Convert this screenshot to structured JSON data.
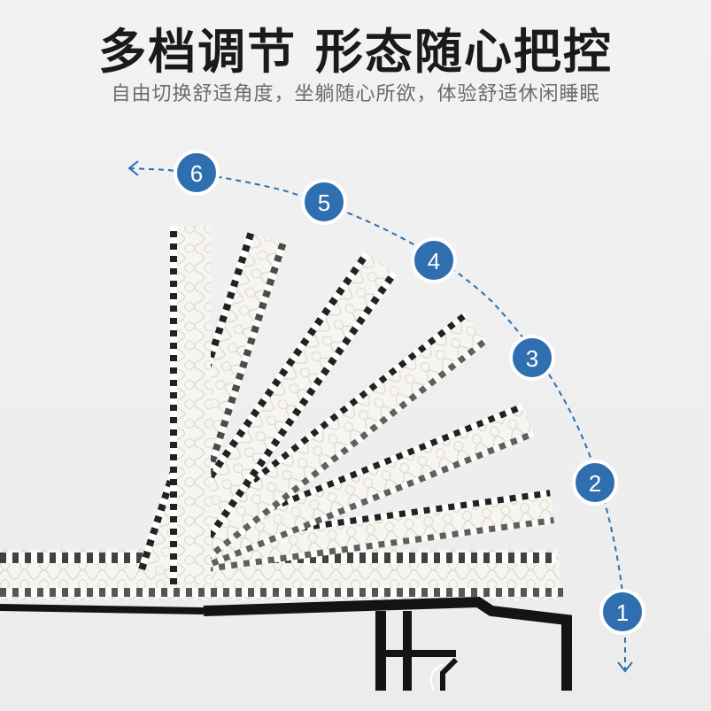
{
  "headline": "多档调节 形态随心把控",
  "subheadline": "自由切换舒适角度，坐躺随心所欲，体验舒适休闲睡眠",
  "positions": [
    "1",
    "2",
    "3",
    "4",
    "5",
    "6"
  ],
  "colors": {
    "badge": "#2f6fb0",
    "badge_ring": "#ffffff",
    "dashed_arc": "#2f6fb0",
    "frame": "#141414",
    "mattress": "#f6f4ef",
    "edge_pattern": "#222222"
  }
}
